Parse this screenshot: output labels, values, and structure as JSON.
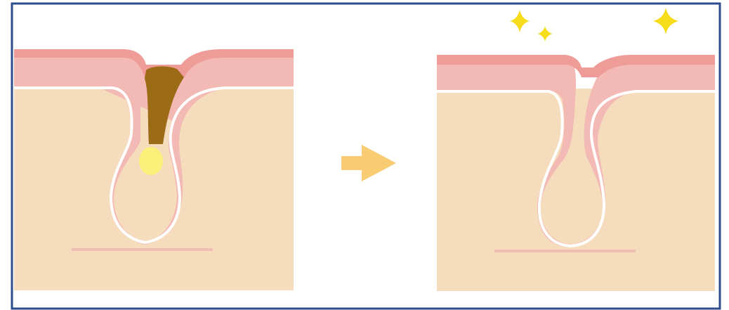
{
  "colors": {
    "frame_border": "#2f4d8c",
    "dermis": "#f5dcbc",
    "epidermis": "#f3b9b4",
    "epidermis_top": "#ef9c98",
    "membrane_line": "#ffffff",
    "base_line": "#efbdb4",
    "sebum_plug": "#9c6b16",
    "trapped_sebum": "#fbf07a",
    "arrow": "#f9cc72",
    "sparkle": "#f6dc1a"
  },
  "panels": [
    {
      "state": "clogged pore",
      "has_plug": true,
      "has_sparkles": false
    },
    {
      "state": "clear pore",
      "has_plug": false,
      "has_sparkles": true
    }
  ],
  "arrow": {
    "direction": "right"
  },
  "icons": [
    "sparkle-icon",
    "arrow-right-icon"
  ]
}
